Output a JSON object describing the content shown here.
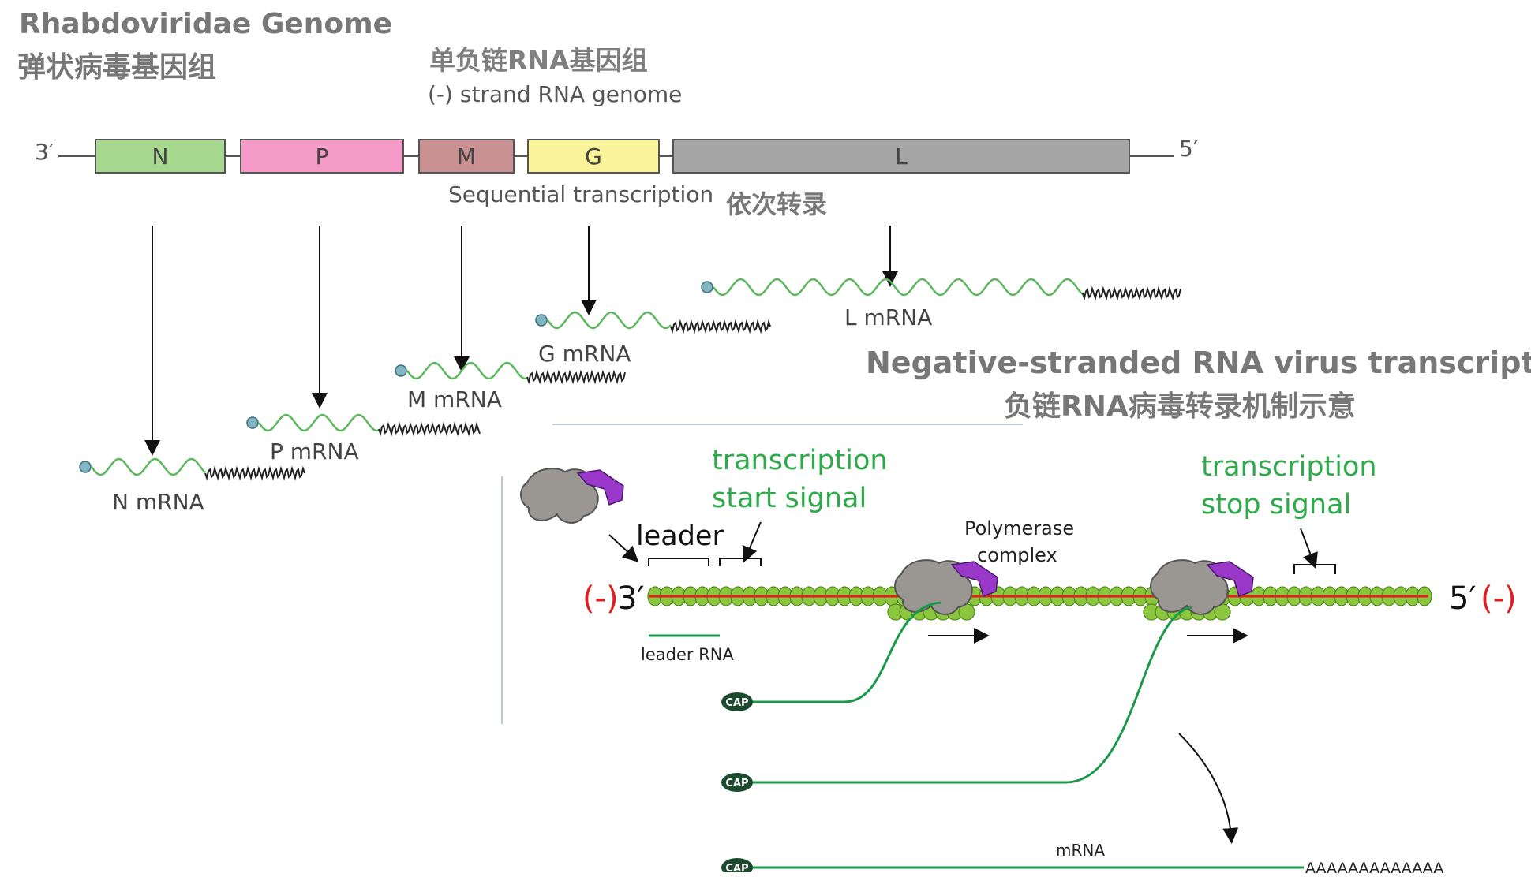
{
  "header": {
    "title_en": "Rhabdoviridae Genome",
    "title_zh": "弹状病毒基因组",
    "genome_zh": "单负链RNA基因组",
    "genome_en": "(-) strand RNA genome"
  },
  "genome": {
    "end_left": "3′",
    "end_right": "5′",
    "genes": [
      {
        "label": "N",
        "color": "#a6d88f"
      },
      {
        "label": "P",
        "color": "#f39ac6"
      },
      {
        "label": "M",
        "color": "#c99191"
      },
      {
        "label": "G",
        "color": "#f9f39a"
      },
      {
        "label": "L",
        "color": "#a6a6a6"
      }
    ],
    "seq_en": "Sequential transcription",
    "seq_zh": "依次转录"
  },
  "mrnas": [
    "N mRNA",
    "P mRNA",
    "M mRNA",
    "G mRNA",
    "L mRNA"
  ],
  "mechanism": {
    "title_en": "Negative-stranded RNA virus transcription",
    "title_zh": "负链RNA病毒转录机制示意",
    "start_signal": [
      "transcription",
      "start signal"
    ],
    "stop_signal": [
      "transcription",
      "stop signal"
    ],
    "leader": "leader",
    "polymerase": [
      "Polymerase",
      "complex"
    ],
    "left_neg": "(-)",
    "left_end": "3′",
    "right_end": "5′",
    "right_neg": "(-)",
    "leader_rna": "leader RNA",
    "cap": "CAP",
    "mrna": "mRNA",
    "polya": "AAAAAAAAAAAAA"
  },
  "colors": {
    "accent_green": "#2eaa4a",
    "strand_red": "#e02020",
    "bead_green": "#8cc63f",
    "rna_green": "#1a9a48"
  }
}
